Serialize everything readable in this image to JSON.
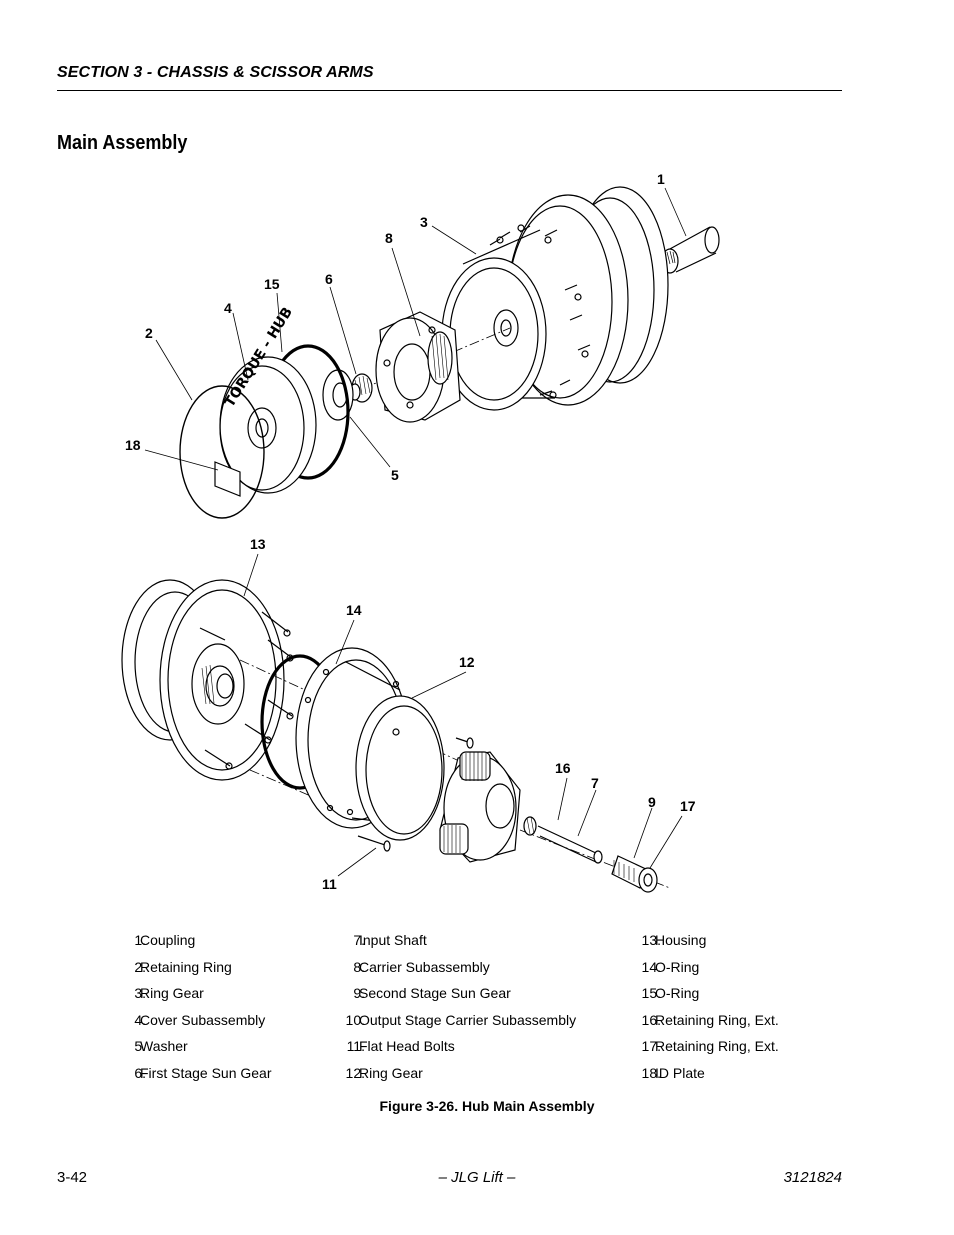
{
  "header": {
    "section": "SECTION 3 - CHASSIS & SCISSOR ARMS"
  },
  "title": "Main Assembly",
  "figure": {
    "callouts": [
      "1",
      "2",
      "3",
      "4",
      "5",
      "6",
      "8",
      "15",
      "18",
      "13",
      "14",
      "12",
      "16",
      "7",
      "9",
      "17",
      "11"
    ],
    "emboss_text": "TORQUE - HUB"
  },
  "legend": {
    "col1": [
      {
        "num": "1.",
        "label": "Coupling"
      },
      {
        "num": "2.",
        "label": "Retaining Ring"
      },
      {
        "num": "3.",
        "label": "Ring Gear"
      },
      {
        "num": "4.",
        "label": "Cover Subassembly"
      },
      {
        "num": "5.",
        "label": "Washer"
      },
      {
        "num": "6.",
        "label": "First Stage Sun Gear"
      }
    ],
    "col2": [
      {
        "num": "7.",
        "label": "Input Shaft"
      },
      {
        "num": "8.",
        "label": "Carrier Subassembly"
      },
      {
        "num": "9.",
        "label": "Second Stage Sun Gear"
      },
      {
        "num": "10.",
        "label": "Output Stage Carrier Subassembly"
      },
      {
        "num": "11.",
        "label": "Flat Head Bolts"
      },
      {
        "num": "12.",
        "label": "Ring Gear"
      }
    ],
    "col3": [
      {
        "num": "13.",
        "label": "Housing"
      },
      {
        "num": "14.",
        "label": "O-Ring"
      },
      {
        "num": "15.",
        "label": "O-Ring"
      },
      {
        "num": "16.",
        "label": "Retaining Ring, Ext."
      },
      {
        "num": "17.",
        "label": "Retaining Ring, Ext."
      },
      {
        "num": "18.",
        "label": "ID Plate"
      }
    ]
  },
  "caption": "Figure 3-26.  Hub Main Assembly",
  "footer": {
    "page": "3-42",
    "center": "– JLG Lift –",
    "doc": "3121824"
  }
}
